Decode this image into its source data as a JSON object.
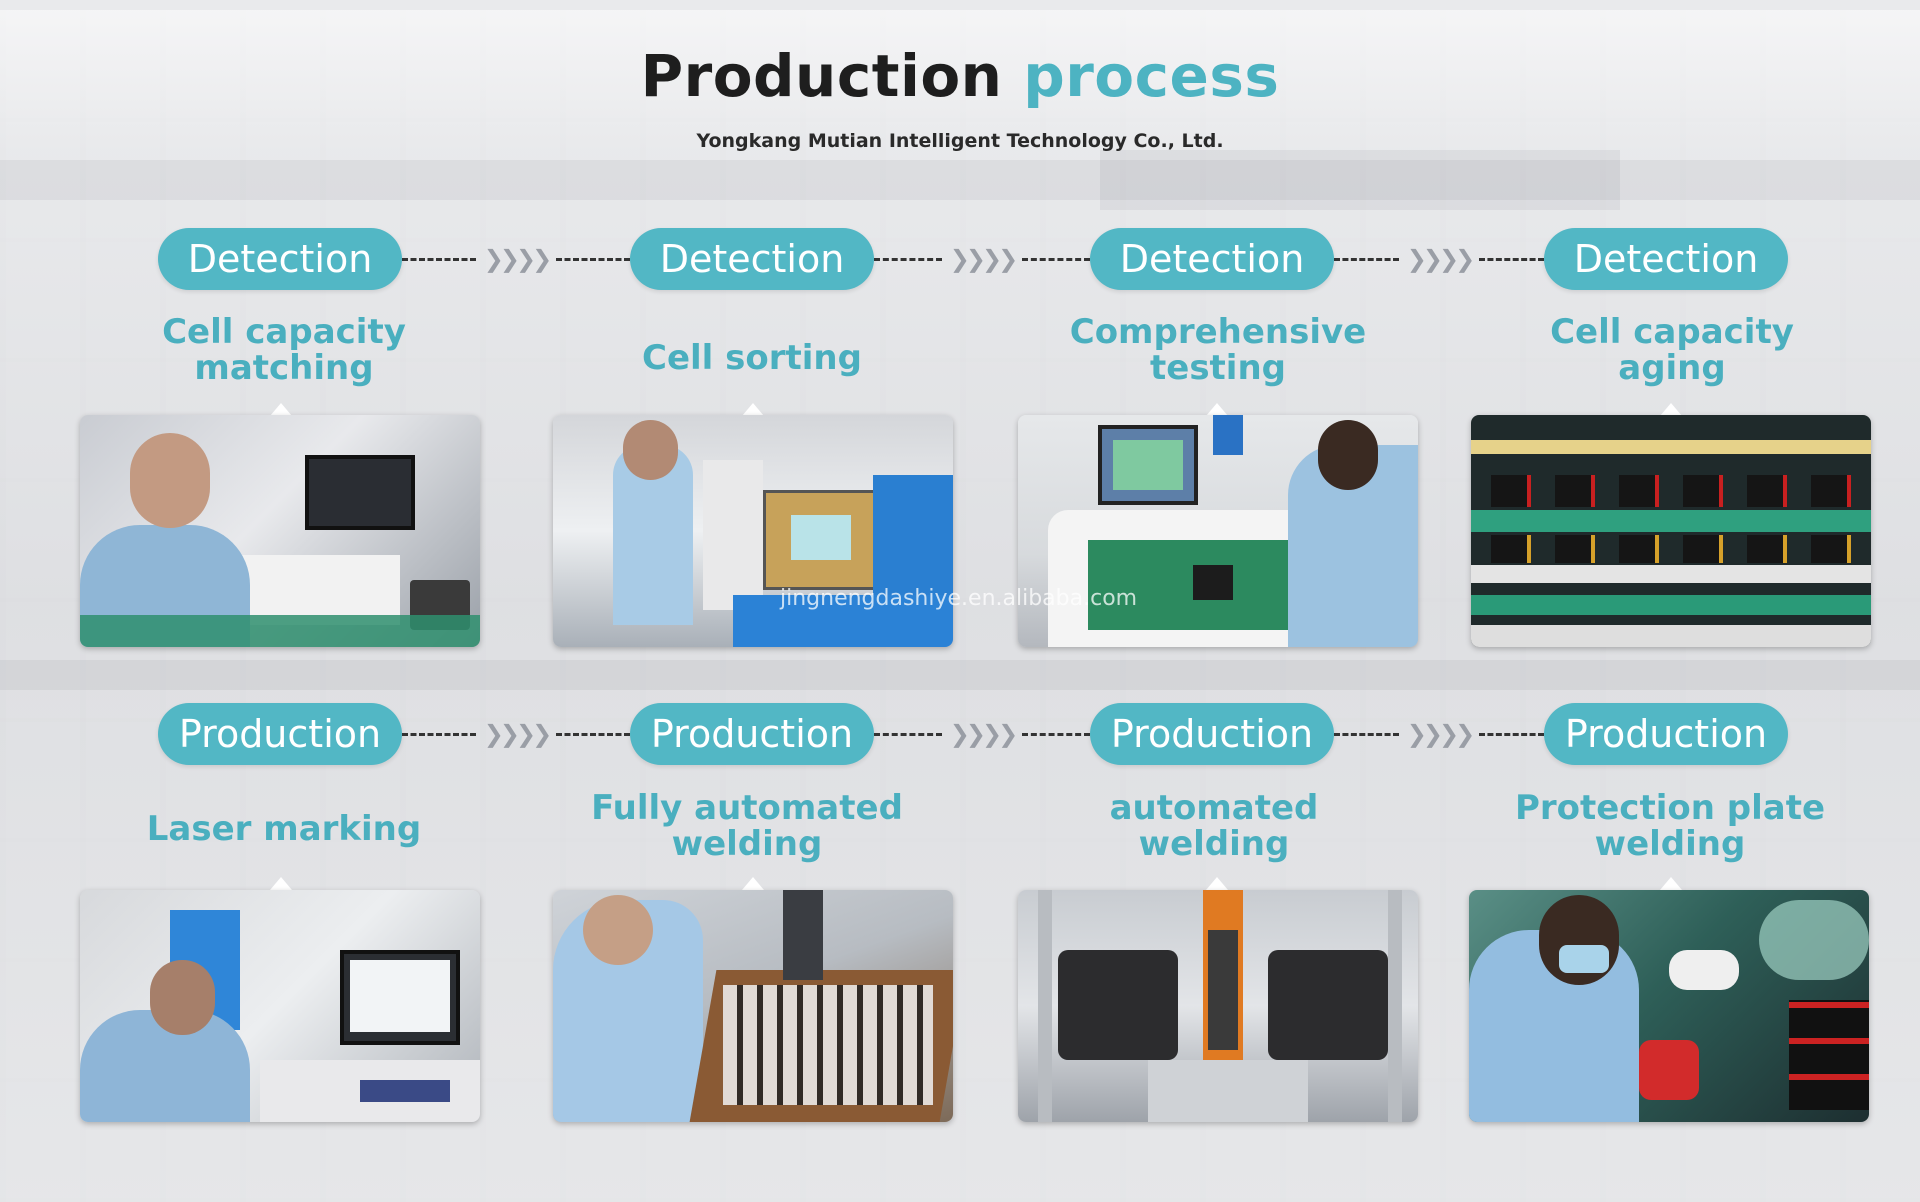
{
  "header": {
    "title_main": "Production",
    "title_accent": "process",
    "company": "Yongkang Mutian Intelligent Technology Co., Ltd."
  },
  "colors": {
    "accent": "#52b7c5",
    "label_text": "#4aafbf",
    "title_text": "#1e1e1e"
  },
  "rows": [
    {
      "category": "Detection",
      "steps": [
        {
          "pill": "Detection",
          "label_line1": "Cell capacity",
          "label_line2": "matching"
        },
        {
          "pill": "Detection",
          "label_line1": "Cell sorting",
          "label_line2": ""
        },
        {
          "pill": "Detection",
          "label_line1": "Comprehensive",
          "label_line2": "testing"
        },
        {
          "pill": "Detection",
          "label_line1": "Cell capacity",
          "label_line2": "aging"
        }
      ]
    },
    {
      "category": "Production",
      "steps": [
        {
          "pill": "Production",
          "label_line1": "Laser marking",
          "label_line2": ""
        },
        {
          "pill": "Production",
          "label_line1": "Fully automated",
          "label_line2": "welding"
        },
        {
          "pill": "Production",
          "label_line1": "automated",
          "label_line2": "welding"
        },
        {
          "pill": "Production",
          "label_line1": "Protection plate",
          "label_line2": "welding"
        }
      ]
    }
  ],
  "watermark": "jingnengdashiye.en.alibaba.com"
}
